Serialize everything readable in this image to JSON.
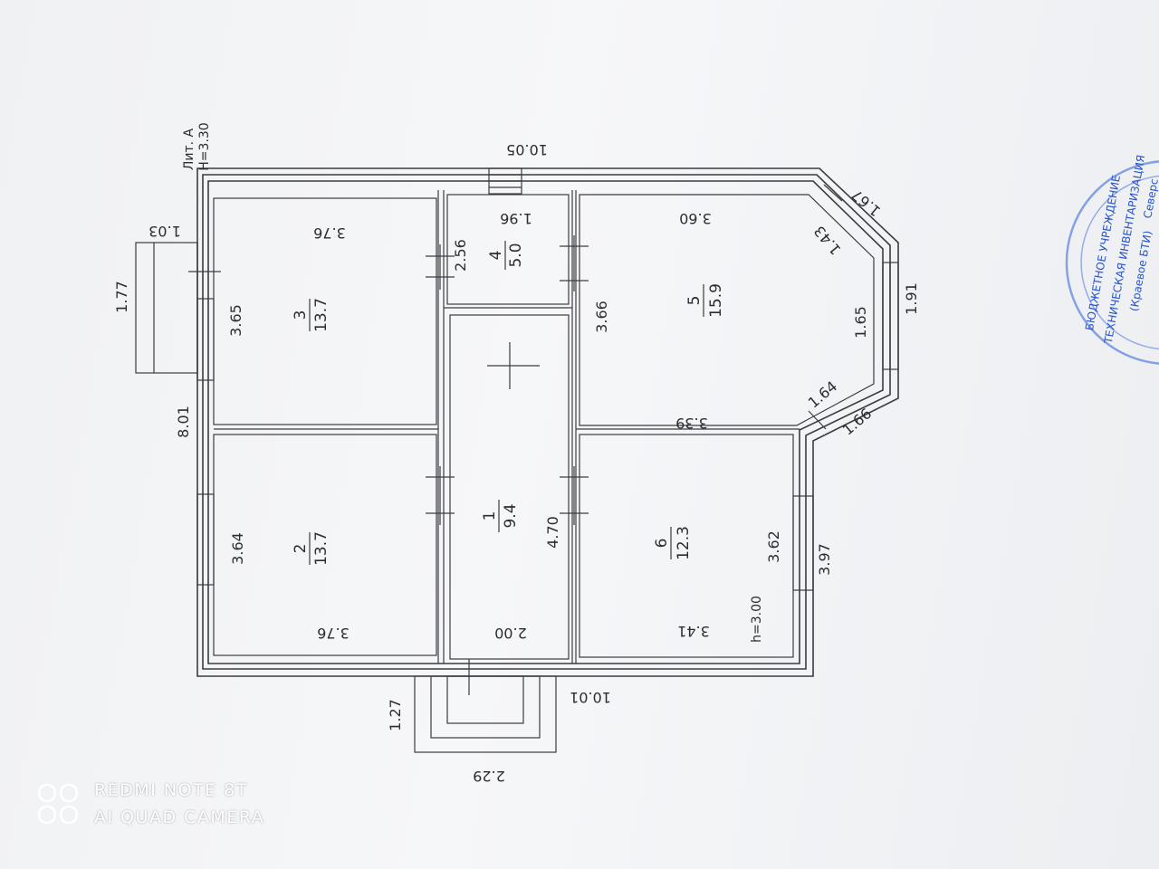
{
  "plan": {
    "litera": "Лит. А",
    "height_total": "H=3.30",
    "height_room": "h=3.00",
    "dimensions": {
      "top_length": "10.05",
      "bottom_length": "10.01",
      "left_length": "8.01",
      "right_lower": "3.97",
      "bay_top_outer": "1.67",
      "bay_side_outer": "1.91",
      "bay_bottom_outer": "1.66",
      "porch_left_width": "1.03",
      "porch_left_depth": "1.77",
      "porch_bottom_width": "2.29",
      "porch_bottom_depth": "1.27"
    },
    "rooms": [
      {
        "num": "1",
        "area": "9.4",
        "dims": [
          "4.70",
          "2.00"
        ]
      },
      {
        "num": "2",
        "area": "13.7",
        "dims": [
          "3.64",
          "3.76"
        ]
      },
      {
        "num": "3",
        "area": "13.7",
        "dims": [
          "3.65",
          "3.76"
        ]
      },
      {
        "num": "4",
        "area": "5.0",
        "dims": [
          "2.56",
          "1.96"
        ]
      },
      {
        "num": "5",
        "area": "15.9",
        "dims": [
          "3.66",
          "3.60",
          "1.43",
          "1.65",
          "1.64",
          "3.39"
        ]
      },
      {
        "num": "6",
        "area": "12.3",
        "dims": [
          "3.62",
          "3.41"
        ]
      }
    ]
  },
  "stamp": {
    "lines": [
      "БЮДЖЕТНОЕ УЧРЕЖДЕНИЕ",
      "ТЕХНИЧЕСКАЯ ИНВЕНТАРИЗАЦИЯ",
      "(Краевое БТИ)",
      "Северс"
    ],
    "color": "#2a56c9"
  },
  "watermark": {
    "line1": "REDMI NOTE 8T",
    "line2": "AI QUAD CAMERA"
  }
}
